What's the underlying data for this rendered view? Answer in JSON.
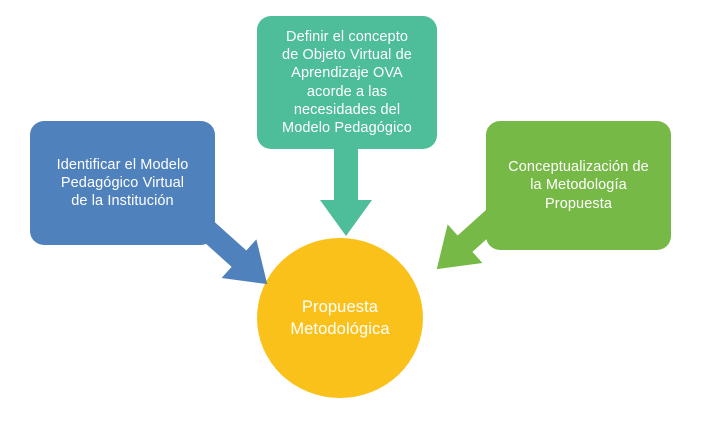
{
  "diagram": {
    "title": "Propuesta Metodológica",
    "background_color": "#ffffff",
    "nodes": {
      "identificar": {
        "label": "Identificar el Modelo\nPedagógico Virtual\nde la Institución",
        "color": "#4f81bd",
        "shape": "rounded-rectangle"
      },
      "definir": {
        "label": "Definir el concepto\nde Objeto Virtual de\nAprendizaje OVA\nacorde a las\nnecesidades del\nModelo Pedagógico",
        "color": "#4ebd99",
        "shape": "rounded-rectangle"
      },
      "conceptualizacion": {
        "label": "Conceptualización de\nla Metodología\nPropuesta",
        "color": "#77b947",
        "shape": "rounded-rectangle"
      },
      "propuesta": {
        "label": "Propuesta\nMetodológica",
        "color": "#fbc11b",
        "shape": "ellipse"
      }
    },
    "arrows": [
      {
        "name": "identificar-to-propuesta",
        "from": "identificar",
        "to": "propuesta",
        "color": "#4f81bd",
        "direction": "down-right"
      },
      {
        "name": "definir-to-propuesta",
        "from": "definir",
        "to": "propuesta",
        "color": "#4ebd99",
        "direction": "down"
      },
      {
        "name": "conceptualizacion-to-propuesta",
        "from": "conceptualizacion",
        "to": "propuesta",
        "color": "#77b947",
        "direction": "down-left"
      }
    ]
  }
}
